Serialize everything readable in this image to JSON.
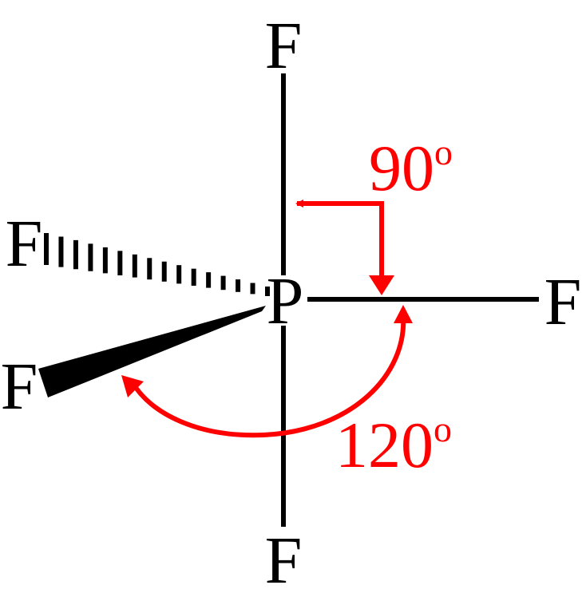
{
  "atoms": {
    "center": "P",
    "axial_top": "F",
    "axial_bottom": "F",
    "equatorial_right": "F",
    "equatorial_back": "F",
    "equatorial_front": "F"
  },
  "angles": {
    "axial_equatorial": {
      "value": "90",
      "unit": "o"
    },
    "equatorial_equatorial": {
      "value": "120",
      "unit": "o"
    }
  },
  "colors": {
    "bond": "#000000",
    "angle": "#ff0000",
    "background": "#ffffff"
  }
}
